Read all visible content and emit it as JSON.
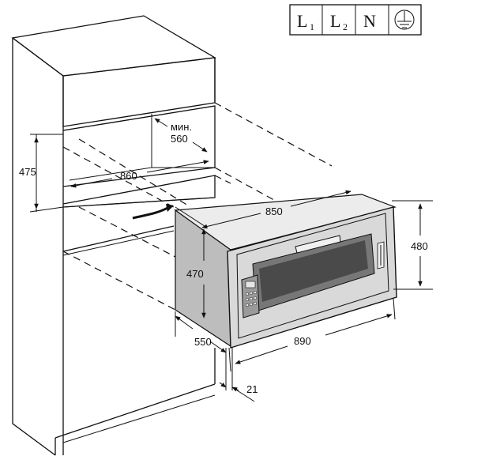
{
  "dimensions": {
    "d475": "475",
    "d860": "860",
    "min_label": "мин.",
    "d560": "560",
    "d850": "850",
    "d470": "470",
    "d480": "480",
    "d550": "550",
    "d890": "890",
    "d21": "21"
  },
  "symbols": {
    "l1": "L",
    "l1_sub": "1",
    "l2": "L",
    "l2_sub": "2",
    "n": "N",
    "ground": "ground-symbol-icon"
  },
  "colors": {
    "line": "#111111",
    "appliance_side": "#bdbdbd",
    "appliance_front": "#d9d9d9",
    "door_dark": "#555555",
    "panel": "#9a9a9a"
  }
}
